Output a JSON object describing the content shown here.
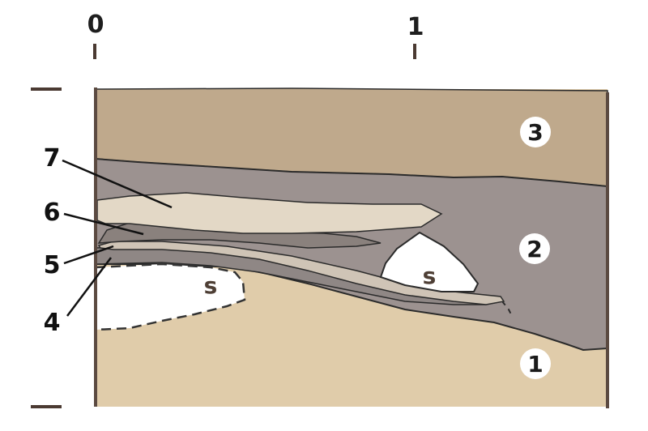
{
  "scale": {
    "ticks": [
      "0",
      "1"
    ]
  },
  "callouts": [
    "7",
    "6",
    "5",
    "4"
  ],
  "layer_labels": [
    "3",
    "2",
    "1"
  ],
  "pocket_labels": [
    "s",
    "s"
  ],
  "colors": {
    "layer_1": "#e0ccaa",
    "layer_2": "#9c9290",
    "layer_3": "#bfa98c",
    "layer_4": "#8f8785",
    "layer_5": "#cfc4b6",
    "layer_6": "#8a817d",
    "layer_7": "#e3d8c6",
    "pocket": "#ffffff",
    "frame": "#5b4a41"
  }
}
